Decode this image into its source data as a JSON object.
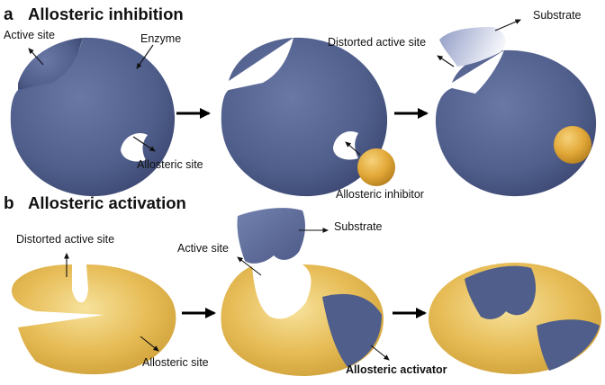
{
  "panel_a": {
    "letter": "a",
    "title": "Allosteric inhibition",
    "labels": {
      "active_site": "Active site",
      "enzyme": "Enzyme",
      "allosteric_site": "Allosteric site",
      "allosteric_inhibitor": "Allosteric inhibitor",
      "distorted_active_site": "Distorted active site",
      "substrate": "Substrate"
    }
  },
  "panel_b": {
    "letter": "b",
    "title": "Allosteric activation",
    "labels": {
      "distorted_active_site": "Distorted active site",
      "allosteric_site": "Allosteric site",
      "active_site": "Active site",
      "substrate": "Substrate",
      "allosteric_activator": "Allosteric activator"
    }
  },
  "colors": {
    "enzyme_blue": "#4f5e8a",
    "enzyme_gold": "#e0b44e",
    "ligand_gold": "#e0a835",
    "substrate_blue": "#5e6b98"
  }
}
